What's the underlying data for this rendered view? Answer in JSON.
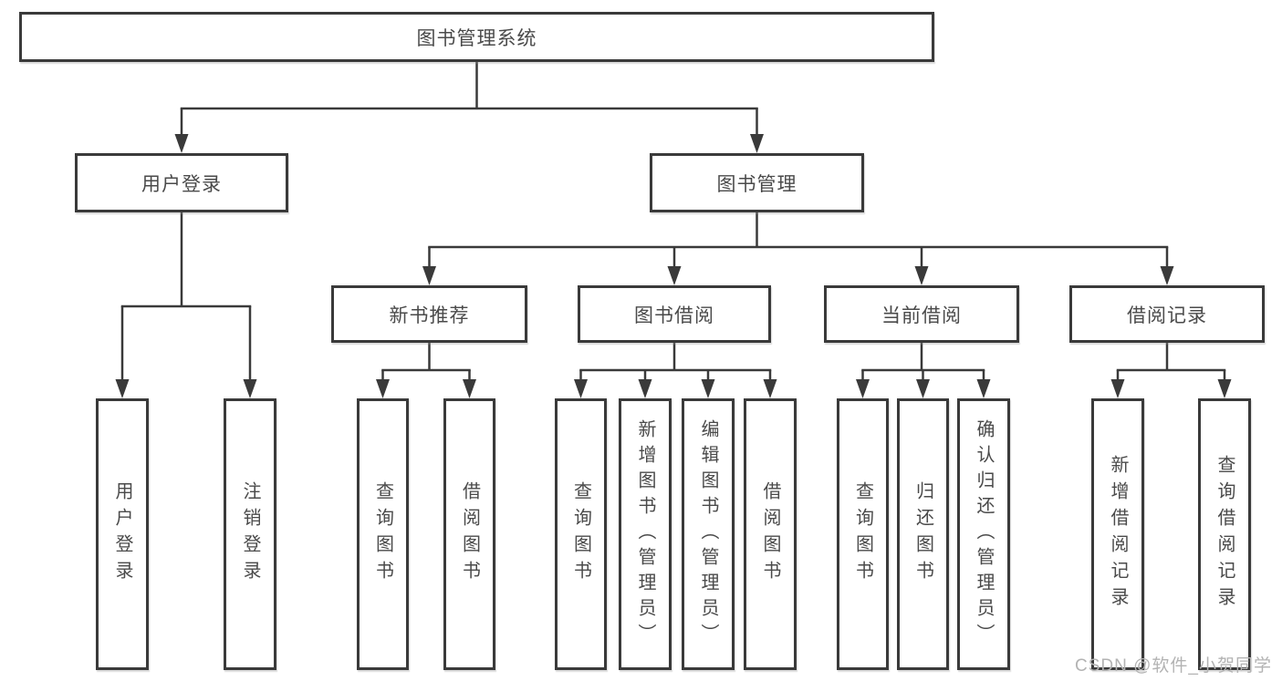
{
  "tree": {
    "root": "图书管理系统",
    "branches": [
      {
        "label": "用户登录",
        "children": [
          "用户登录",
          "注销登录"
        ]
      },
      {
        "label": "图书管理",
        "children": [
          {
            "label": "新书推荐",
            "children": [
              "查询图书",
              "借阅图书"
            ]
          },
          {
            "label": "图书借阅",
            "children": [
              "查询图书",
              "新增图书（管理员）",
              "编辑图书（管理员）",
              "借阅图书"
            ]
          },
          {
            "label": "当前借阅",
            "children": [
              "查询图书",
              "归还图书",
              "确认归还（管理员）"
            ]
          },
          {
            "label": "借阅记录",
            "children": [
              "新增借阅记录",
              "查询借阅记录"
            ]
          }
        ]
      }
    ]
  },
  "watermark": {
    "text": "CSDN @软件_小贺同学"
  },
  "colors": {
    "line": "#3a3a3a",
    "box_border": "#3a3a3a",
    "text": "#4a4a4a",
    "watermark": "#b3b3b3",
    "background": "#ffffff"
  }
}
